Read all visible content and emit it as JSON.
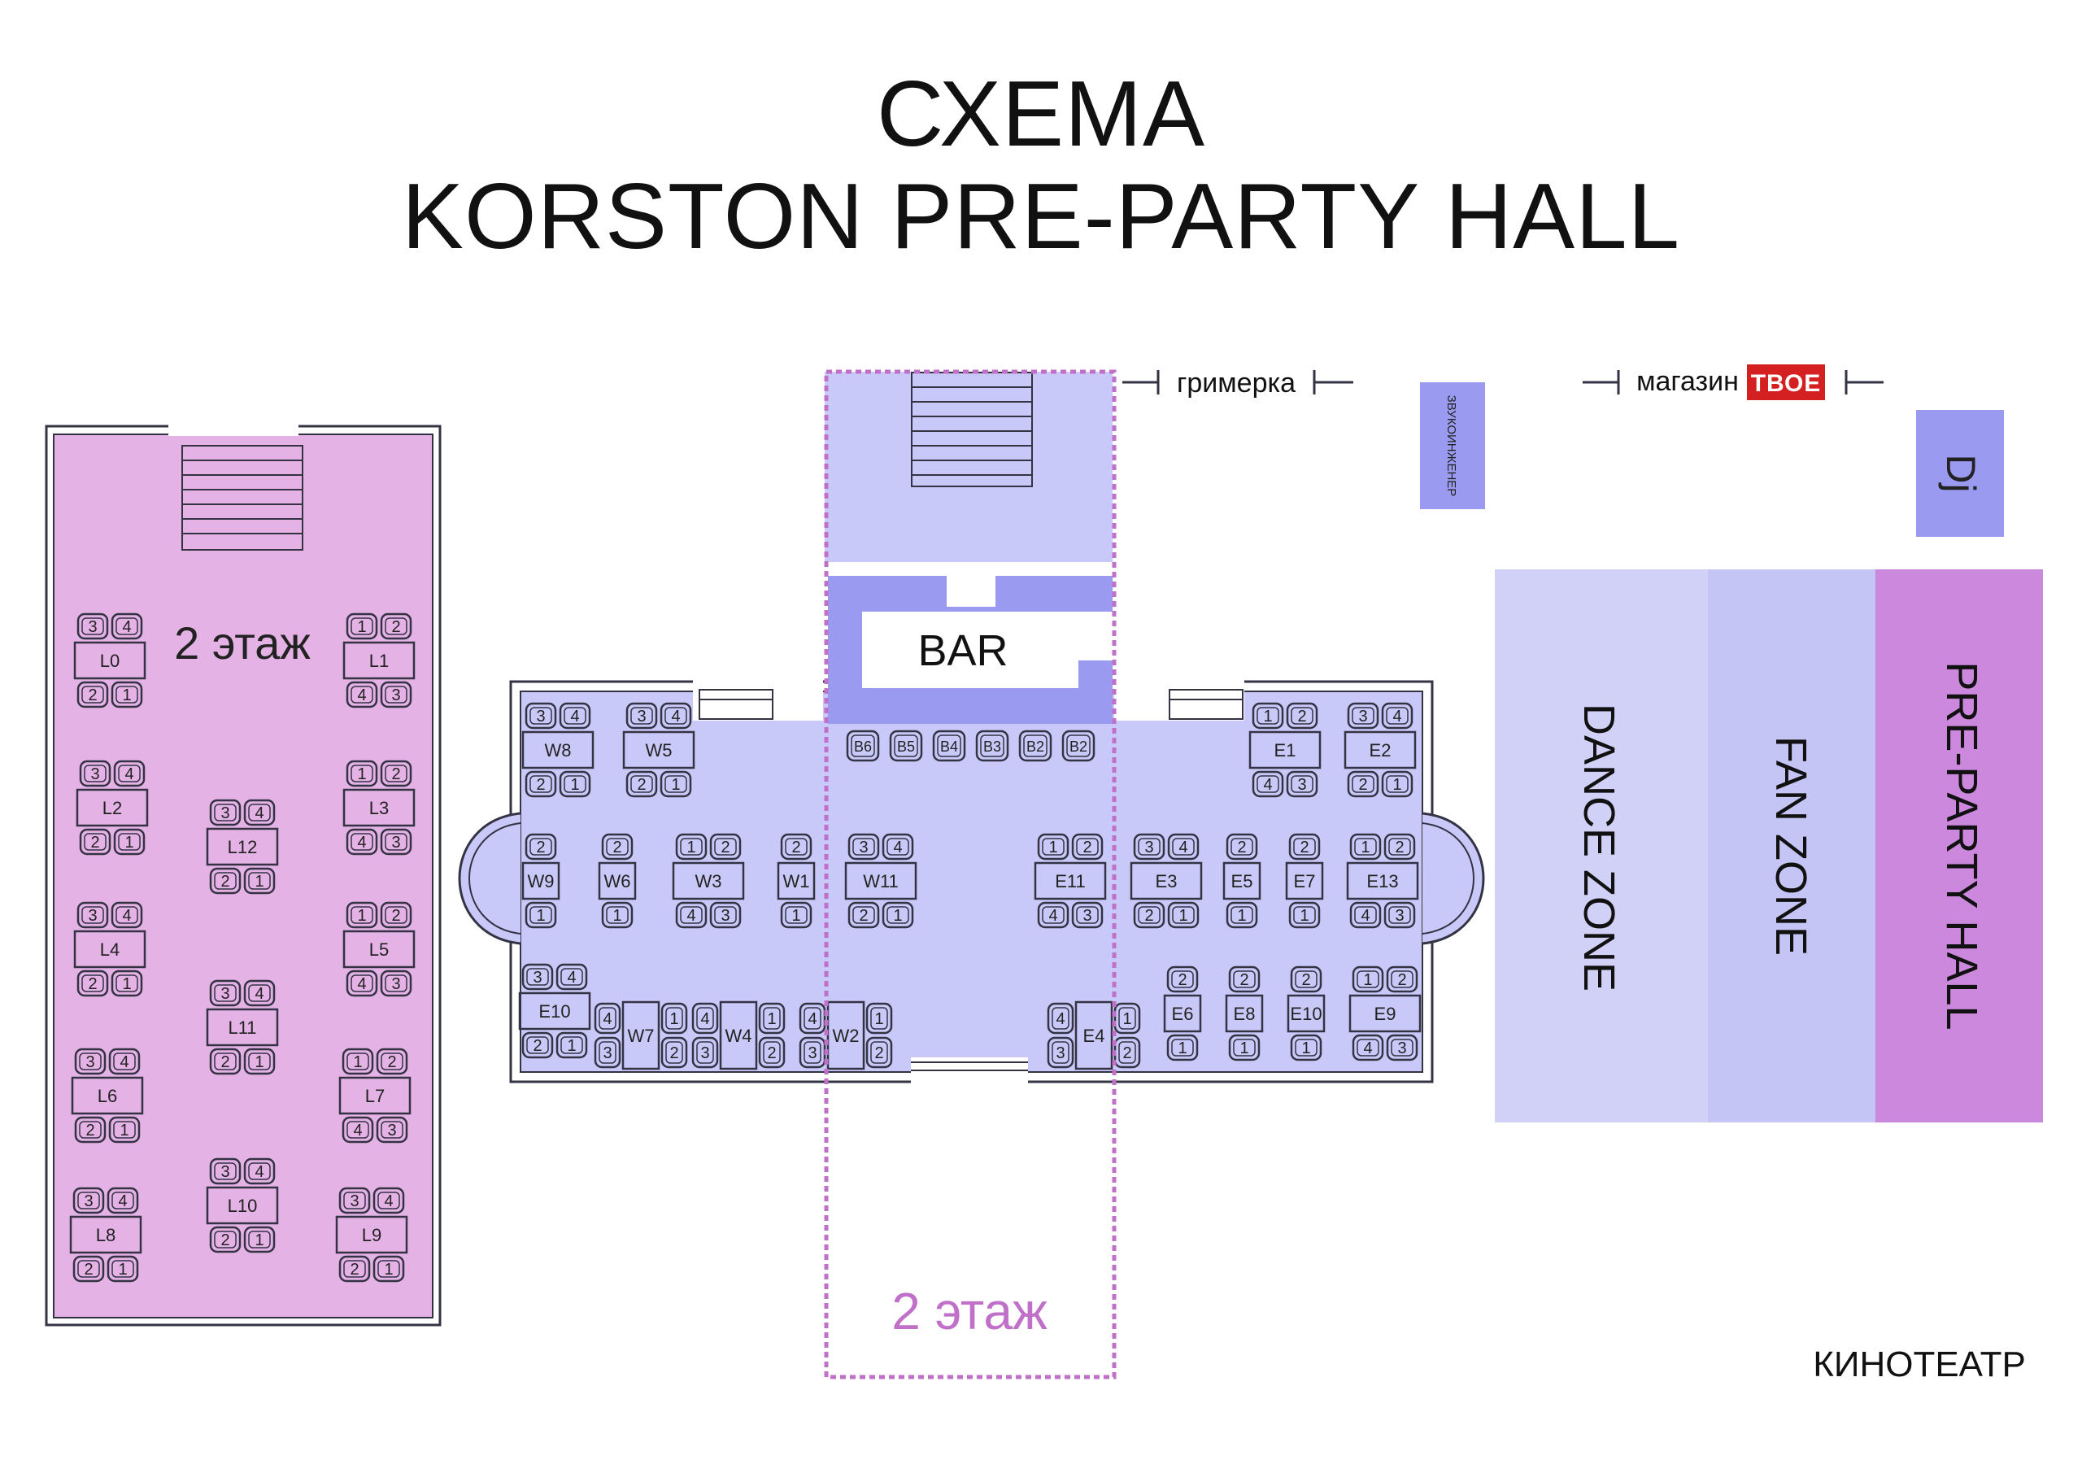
{
  "title": {
    "line1": "СХЕМА",
    "line2": "KORSTON PRE-PARTY HALL"
  },
  "labels": {
    "second_floor_left": "2 этаж",
    "second_floor_center": "2 этаж",
    "bar": "BAR",
    "dressing_room": "гримерка",
    "shop": "магазин",
    "shop_brand": "ТВОЕ",
    "sound_engineer": "ЗВУКОИНЖЕНЕР",
    "dj": "Dj",
    "dance_zone": "DANCE ZONE",
    "fan_zone": "FAN ZONE",
    "pre_party_hall": "PRE-PARTY HALL",
    "cinema": "КИНОТЕАТР"
  },
  "colors": {
    "second_floor": "#e5b2e5",
    "main_hall": "#c9c9f9",
    "stand": "#9a9af0",
    "dance_zone": "#d1d1f8",
    "fan_zone": "#c4c4f5",
    "pre_party_hall": "#cc88dd",
    "accent_text": "#c070c8",
    "shop_brand": "#d42020",
    "outline": "#333344"
  },
  "tables": [
    {
      "id": "L0",
      "top": [
        "3",
        "4"
      ],
      "bottom": [
        "2",
        "1"
      ]
    },
    {
      "id": "L1",
      "top": [
        "1",
        "2"
      ],
      "bottom": [
        "4",
        "3"
      ]
    },
    {
      "id": "L2",
      "top": [
        "3",
        "4"
      ],
      "bottom": [
        "2",
        "1"
      ]
    },
    {
      "id": "L3",
      "top": [
        "1",
        "2"
      ],
      "bottom": [
        "4",
        "3"
      ]
    },
    {
      "id": "L12",
      "top": [
        "3",
        "4"
      ],
      "bottom": [
        "2",
        "1"
      ]
    },
    {
      "id": "L4",
      "top": [
        "3",
        "4"
      ],
      "bottom": [
        "2",
        "1"
      ]
    },
    {
      "id": "L5",
      "top": [
        "1",
        "2"
      ],
      "bottom": [
        "4",
        "3"
      ]
    },
    {
      "id": "L11",
      "top": [
        "3",
        "4"
      ],
      "bottom": [
        "2",
        "1"
      ]
    },
    {
      "id": "L6",
      "top": [
        "3",
        "4"
      ],
      "bottom": [
        "2",
        "1"
      ]
    },
    {
      "id": "L7",
      "top": [
        "1",
        "2"
      ],
      "bottom": [
        "4",
        "3"
      ]
    },
    {
      "id": "L8",
      "top": [
        "3",
        "4"
      ],
      "bottom": [
        "2",
        "1"
      ]
    },
    {
      "id": "L10",
      "top": [
        "3",
        "4"
      ],
      "bottom": [
        "2",
        "1"
      ]
    },
    {
      "id": "L9",
      "top": [
        "3",
        "4"
      ],
      "bottom": [
        "2",
        "1"
      ]
    },
    {
      "id": "W8",
      "top": [
        "3",
        "4"
      ],
      "bottom": [
        "2",
        "1"
      ]
    },
    {
      "id": "W5",
      "top": [
        "3",
        "4"
      ],
      "bottom": [
        "2",
        "1"
      ]
    },
    {
      "id": "W9",
      "top": [
        "2"
      ],
      "bottom": [
        "1"
      ]
    },
    {
      "id": "W6",
      "top": [
        "2"
      ],
      "bottom": [
        "1"
      ]
    },
    {
      "id": "W3",
      "top": [
        "1",
        "2"
      ],
      "bottom": [
        "4",
        "3"
      ]
    },
    {
      "id": "W1",
      "top": [
        "2"
      ],
      "bottom": [
        "1"
      ]
    },
    {
      "id": "W11",
      "top": [
        "3",
        "4"
      ],
      "bottom": [
        "2",
        "1"
      ]
    },
    {
      "id": "E11",
      "top": [
        "1",
        "2"
      ],
      "bottom": [
        "4",
        "3"
      ]
    },
    {
      "id": "E3",
      "top": [
        "3",
        "4"
      ],
      "bottom": [
        "2",
        "1"
      ]
    },
    {
      "id": "E5",
      "top": [
        "2"
      ],
      "bottom": [
        "1"
      ]
    },
    {
      "id": "E7",
      "top": [
        "2"
      ],
      "bottom": [
        "1"
      ]
    },
    {
      "id": "E13",
      "top": [
        "1",
        "2"
      ],
      "bottom": [
        "4",
        "3"
      ]
    },
    {
      "id": "E1",
      "top": [
        "1",
        "2"
      ],
      "bottom": [
        "4",
        "3"
      ]
    },
    {
      "id": "E2",
      "top": [
        "3",
        "4"
      ],
      "bottom": [
        "2",
        "1"
      ]
    },
    {
      "id": "E10",
      "top": [
        "3",
        "4"
      ],
      "bottom": [
        "2",
        "1"
      ]
    },
    {
      "id": "E6",
      "top": [
        "2"
      ],
      "bottom": [
        "1"
      ]
    },
    {
      "id": "E8",
      "top": [
        "2"
      ],
      "bottom": [
        "1"
      ]
    },
    {
      "id": "E10",
      "top": [
        "2"
      ],
      "bottom": [
        "1"
      ]
    },
    {
      "id": "E9",
      "top": [
        "1",
        "2"
      ],
      "bottom": [
        "4",
        "3"
      ]
    },
    {
      "id": "W7",
      "left": [
        "4",
        "3"
      ],
      "right": [
        "1",
        "2"
      ]
    },
    {
      "id": "W4",
      "left": [
        "4",
        "3"
      ],
      "right": [
        "1",
        "2"
      ]
    },
    {
      "id": "W2",
      "left": [
        "4",
        "3"
      ],
      "right": [
        "1",
        "2"
      ]
    },
    {
      "id": "E4",
      "left": [
        "4",
        "3"
      ],
      "right": [
        "1",
        "2"
      ]
    }
  ],
  "boxes": [
    "B6",
    "B5",
    "B4",
    "B3",
    "B2",
    "B2"
  ]
}
